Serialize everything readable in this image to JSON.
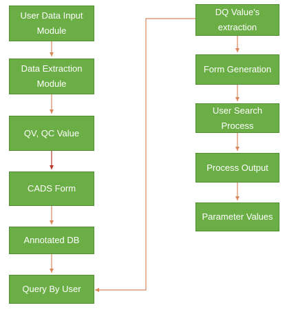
{
  "flowchart": {
    "colors": {
      "box_fill": "#6aae45",
      "box_border": "#4f8f30",
      "box_text": "#ffffff",
      "arrow": "#d8865a",
      "arrow_dark": "#b5342a"
    },
    "left_column": [
      {
        "id": "user-data-input",
        "label": "User Data Input\nModule"
      },
      {
        "id": "data-extraction",
        "label": "Data Extraction\nModule"
      },
      {
        "id": "qv-qc-value",
        "label": "QV, QC Value"
      },
      {
        "id": "cads-form",
        "label": "CADS Form"
      },
      {
        "id": "annotated-db",
        "label": "Annotated DB"
      },
      {
        "id": "query-by-user",
        "label": "Query By User"
      }
    ],
    "right_column": [
      {
        "id": "dq-value-extraction",
        "label": "DQ Value's\nextraction"
      },
      {
        "id": "form-generation",
        "label": "Form Generation"
      },
      {
        "id": "user-search-process",
        "label": "User Search Process"
      },
      {
        "id": "process-output",
        "label": "Process Output"
      },
      {
        "id": "parameter-values",
        "label": "Parameter Values"
      }
    ]
  }
}
